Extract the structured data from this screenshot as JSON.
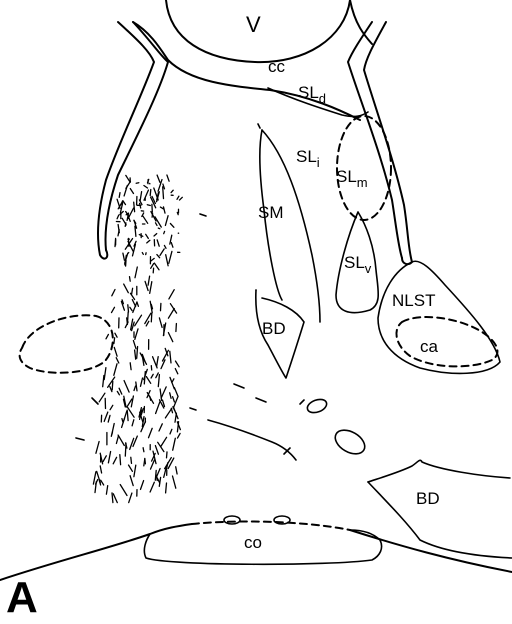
{
  "panel_letter": "A",
  "labels": {
    "ventricle": "V",
    "corpus_callosum": "cc",
    "sl_dorsal": {
      "main": "SL",
      "sub": "d"
    },
    "sl_intermediate": {
      "main": "SL",
      "sub": "i"
    },
    "sl_medial": {
      "main": "SL",
      "sub": "m"
    },
    "sl_ventral": {
      "main": "SL",
      "sub": "v"
    },
    "septal_medial": "SM",
    "bed_diagonal_upper": "BD",
    "nlst": "NLST",
    "anterior_commissure": "ca",
    "bed_diagonal_lower": "BD",
    "optic_chiasm": "co"
  }
}
